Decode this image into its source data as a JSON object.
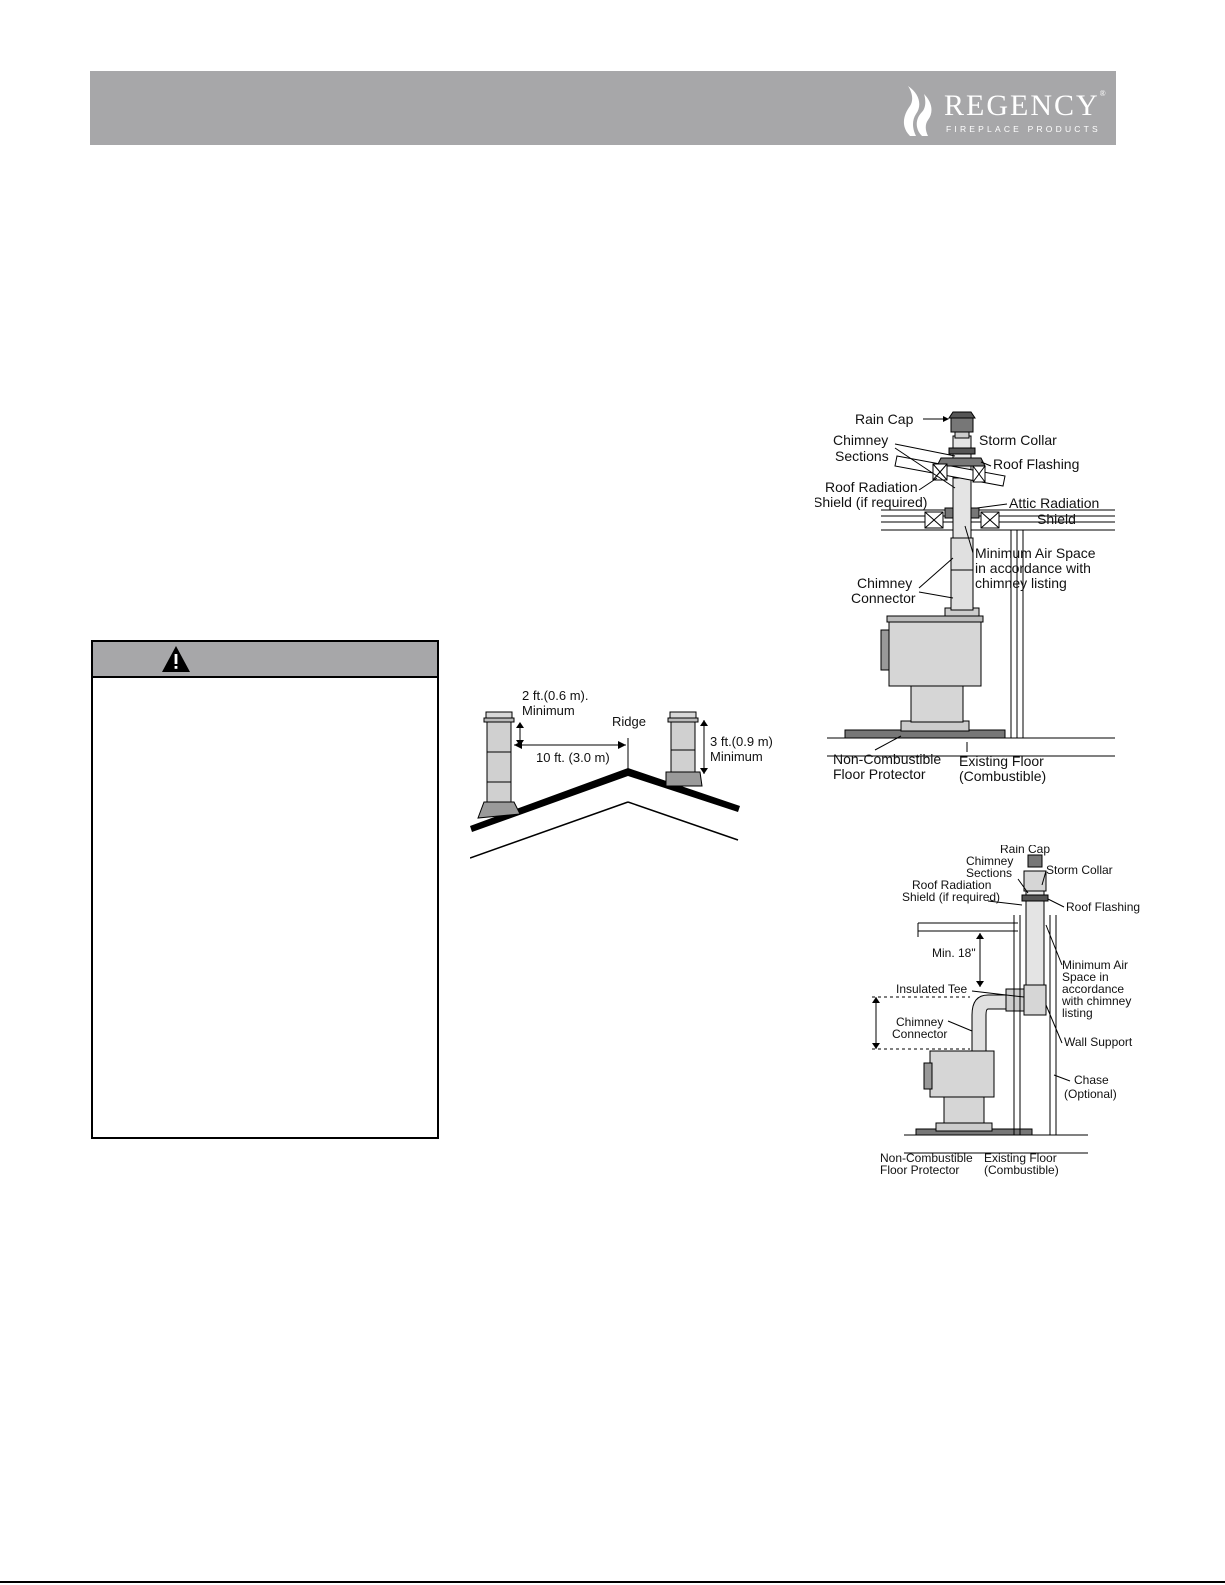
{
  "brand": {
    "name": "REGENCY",
    "registered": "®",
    "tagline": "FIREPLACE PRODUCTS"
  },
  "warning": {
    "icon": "warning-triangle-icon"
  },
  "ridge_diagram": {
    "left_clearance": "2 ft.(0.6 m).",
    "left_clearance_note": "Minimum",
    "ridge_label": "Ridge",
    "horizontal_distance": "10 ft. (3.0 m)",
    "right_clearance": "3 ft.(0.9 m)",
    "right_clearance_note": "Minimum"
  },
  "attic_diagram": {
    "rain_cap": "Rain Cap",
    "chimney_sections": [
      "Chimney",
      "Sections"
    ],
    "storm_collar": "Storm Collar",
    "roof_flashing": "Roof Flashing",
    "roof_radiation_shield": [
      "Roof Radiation",
      "Shield (if required)"
    ],
    "attic_radiation_shield": [
      "Attic Radiation",
      "Shield"
    ],
    "min_air_space": [
      "Minimum Air Space",
      "in accordance with",
      "chimney listing"
    ],
    "chimney_connector": [
      "Chimney",
      "Connector"
    ],
    "floor_protector": [
      "Non-Combustible",
      "Floor Protector"
    ],
    "existing_floor": [
      "Existing Floor",
      "(Combustible)"
    ]
  },
  "chase_diagram": {
    "rain_cap": "Rain Cap",
    "chimney_sections": [
      "Chimney",
      "Sections"
    ],
    "storm_collar": "Storm Collar",
    "roof_radiation_shield": [
      "Roof Radiation",
      "Shield (if required)"
    ],
    "roof_flashing": "Roof Flashing",
    "min_18": "Min. 18\"",
    "min_air_space": [
      "Minimum Air",
      "Space in",
      "accordance",
      "with chimney",
      "listing"
    ],
    "insulated_tee": "Insulated Tee",
    "chimney_connector": [
      "Chimney",
      "Connector"
    ],
    "wall_support": "Wall Support",
    "chase": [
      "Chase",
      "(Optional)"
    ],
    "floor_protector": [
      "Non-Combustible",
      "Floor Protector"
    ],
    "existing_floor": [
      "Existing Floor",
      "(Combustible)"
    ]
  }
}
